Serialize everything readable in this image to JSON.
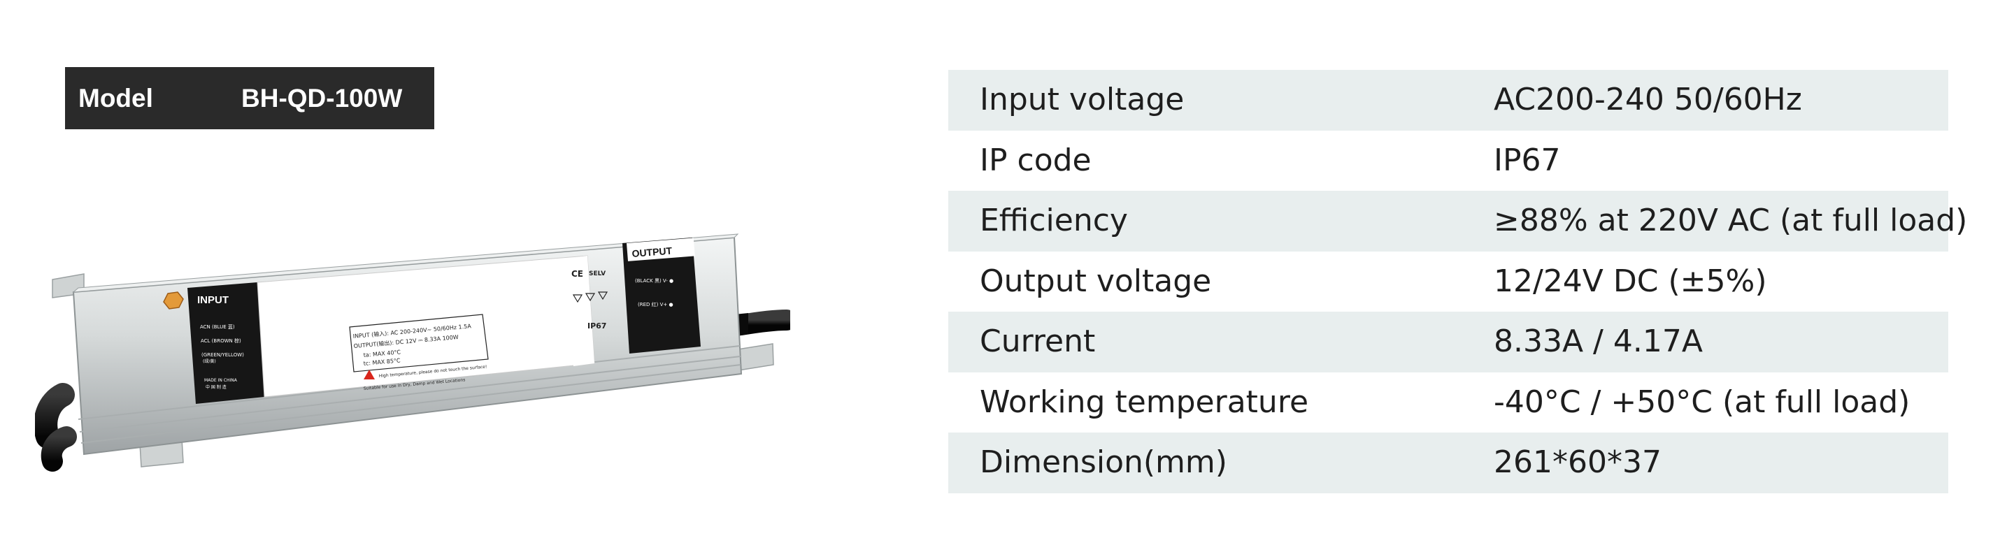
{
  "model": {
    "label": "Model",
    "value": "BH-QD-100W"
  },
  "product_label": {
    "input_header": "INPUT",
    "output_header": "OUTPUT",
    "input_lines": [
      "ACN (BLUE 蓝)",
      "ACL (BROWN 棕)",
      "(GREEN/YELLOW)",
      "(绿/黄)"
    ],
    "made_in": "MADE IN CHINA",
    "made_in_cn": "中 国 制 造",
    "spec_input": "INPUT (输入): AC 200-240V~ 50/60Hz 1.5A",
    "spec_output": "OUTPUT(输出): DC 12V ⎓ 8.33A 100W",
    "spec_ta": "ta: MAX 40°C",
    "spec_tc": "tc: MAX 85°C",
    "warning": "High temperature, please do not touch the surface!",
    "suitable": "Suitable for use in Dry, Damp and Wet Locations",
    "cert_selv": "SELV",
    "ip_code": "IP67",
    "output_lines": [
      "(BLACK 黑) V- ●",
      "(RED 红) V+ ●"
    ]
  },
  "specs": [
    {
      "key": "Input voltage",
      "value": "AC200-240 50/60Hz"
    },
    {
      "key": "IP code",
      "value": "IP67"
    },
    {
      "key": "Efficiency",
      "value": "≥88% at 220V AC (at full load)"
    },
    {
      "key": "Output voltage",
      "value": "12/24V DC (±5%)"
    },
    {
      "key": "Current",
      "value": "8.33A / 4.17A"
    },
    {
      "key": "Working temperature",
      "value": "-40°C / +50°C (at full load)"
    },
    {
      "key": "Dimension(mm)",
      "value": "261*60*37"
    }
  ],
  "colors": {
    "badge_bg": "#2a2a2a",
    "row_shade": "#e8eeee",
    "text": "#1e1e1e",
    "housing": "#d5d8d8",
    "cable": "#141414"
  }
}
